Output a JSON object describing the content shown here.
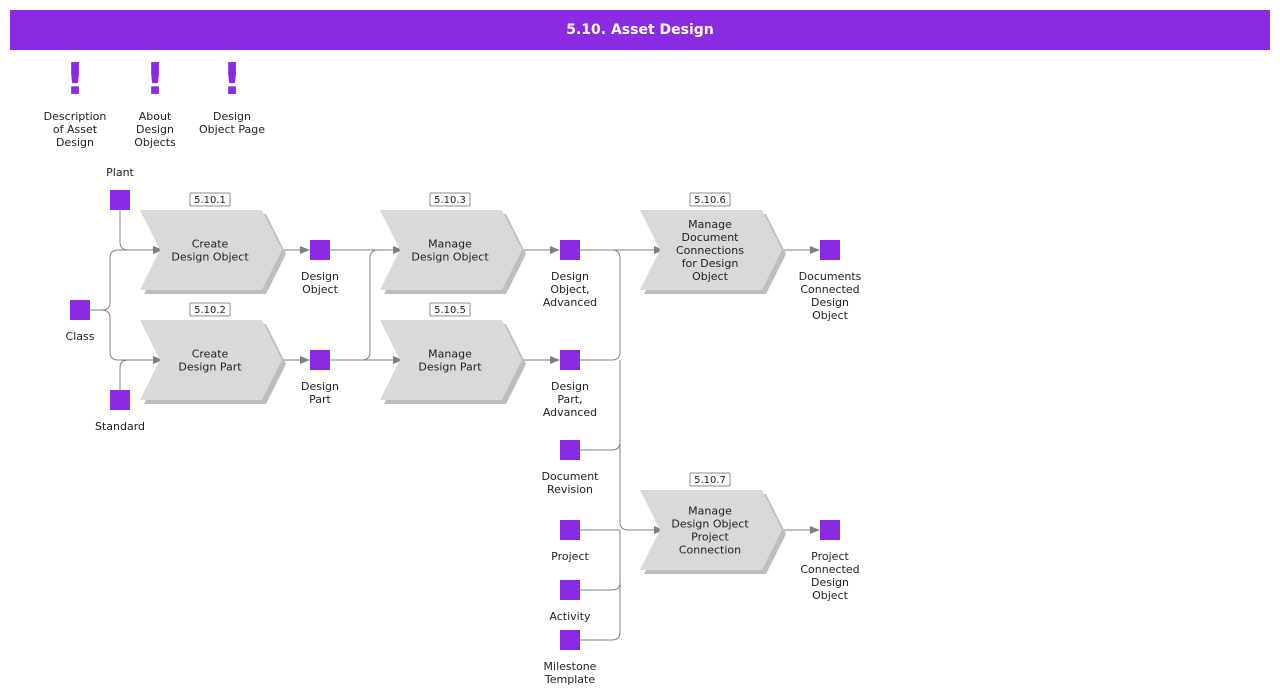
{
  "header": {
    "title": "5.10. Asset Design"
  },
  "info_items": [
    {
      "lines": [
        "Description",
        "of Asset",
        "Design"
      ]
    },
    {
      "lines": [
        "About",
        "Design",
        "Objects"
      ]
    },
    {
      "lines": [
        "Design",
        "Object Page"
      ]
    }
  ],
  "processes": [
    {
      "id": "create-design-object",
      "code": "5.10.1",
      "lines": [
        "Create",
        "Design Object"
      ]
    },
    {
      "id": "create-design-part",
      "code": "5.10.2",
      "lines": [
        "Create",
        "Design Part"
      ]
    },
    {
      "id": "manage-design-object",
      "code": "5.10.3",
      "lines": [
        "Manage",
        "Design Object"
      ]
    },
    {
      "id": "manage-design-part",
      "code": "5.10.5",
      "lines": [
        "Manage",
        "Design Part"
      ]
    },
    {
      "id": "manage-document-connections",
      "code": "5.10.6",
      "lines": [
        "Manage",
        "Document",
        "Connections",
        "for Design",
        "Object"
      ]
    },
    {
      "id": "manage-project-connection",
      "code": "5.10.7",
      "lines": [
        "Manage",
        "Design Object",
        "Project",
        "Connection"
      ]
    }
  ],
  "objects": [
    {
      "id": "plant",
      "lines": [
        "Plant"
      ]
    },
    {
      "id": "class",
      "lines": [
        "Class"
      ]
    },
    {
      "id": "standard",
      "lines": [
        "Standard"
      ]
    },
    {
      "id": "design-object",
      "lines": [
        "Design",
        "Object"
      ]
    },
    {
      "id": "design-part",
      "lines": [
        "Design",
        "Part"
      ]
    },
    {
      "id": "design-object-advanced",
      "lines": [
        "Design",
        "Object,",
        "Advanced"
      ]
    },
    {
      "id": "design-part-advanced",
      "lines": [
        "Design",
        "Part,",
        "Advanced"
      ]
    },
    {
      "id": "document-revision",
      "lines": [
        "Document",
        "Revision"
      ]
    },
    {
      "id": "project",
      "lines": [
        "Project"
      ]
    },
    {
      "id": "activity",
      "lines": [
        "Activity"
      ]
    },
    {
      "id": "milestone-template",
      "lines": [
        "Milestone",
        "Template"
      ]
    },
    {
      "id": "documents-connected",
      "lines": [
        "Documents",
        "Connected",
        "Design",
        "Object"
      ]
    },
    {
      "id": "project-connected",
      "lines": [
        "Project",
        "Connected",
        "Design",
        "Object"
      ]
    }
  ],
  "colors": {
    "accent": "#8a2be2",
    "process_fill": "#d9d9d9",
    "connector": "#808080"
  }
}
